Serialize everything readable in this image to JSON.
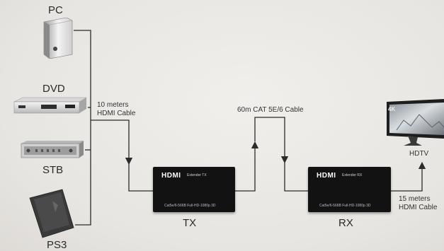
{
  "sources": {
    "pc": {
      "label": "PC",
      "icon": "pc-tower-icon"
    },
    "dvd": {
      "label": "DVD",
      "icon": "dvd-player-icon"
    },
    "stb": {
      "label": "STB",
      "icon": "set-top-box-icon"
    },
    "ps3": {
      "label": "PS3",
      "icon": "ps3-console-icon"
    }
  },
  "cables": {
    "input_label_line1": "10 meters",
    "input_label_line2": "HDMI Cable",
    "link_label": "60m CAT 5E/6 Cable",
    "output_label_line1": "15 meters",
    "output_label_line2": "HDMI Cable"
  },
  "tx": {
    "brand": "HDMI",
    "model": "Extender  TX",
    "spec": "Cat5e/6-566B  Full-HD-1080p  3D",
    "label": "TX"
  },
  "rx": {
    "brand": "HDMI",
    "model": "Extender  RX",
    "spec": "Cat5e/6-566B  Full-HD-1080p  3D",
    "label": "RX"
  },
  "display": {
    "label": "HDTV",
    "badge": "4K",
    "icon": "hdtv-icon"
  },
  "colors": {
    "line": "#2b2b2b",
    "device_body": "#121212"
  }
}
